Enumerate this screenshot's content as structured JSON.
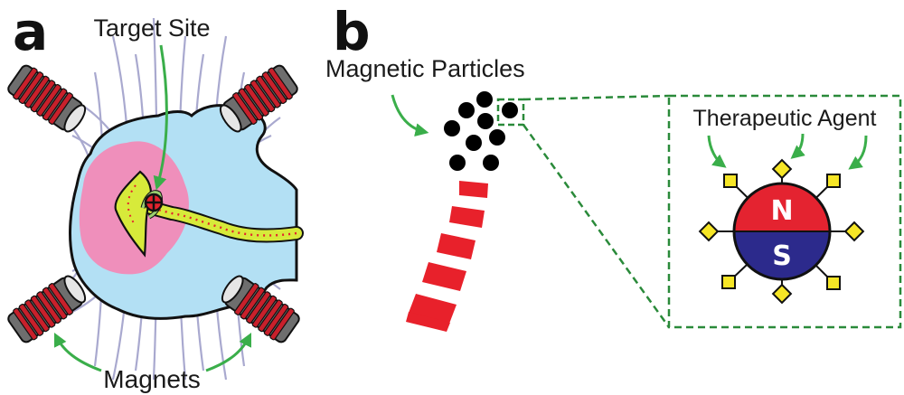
{
  "panel_a": {
    "letter": "a",
    "target_label": "Target Site",
    "magnets_label": "Magnets"
  },
  "panel_b": {
    "letter": "b",
    "particles_label": "Magnetic Particles",
    "agent_label": "Therapeutic Agent",
    "north_label": "N",
    "south_label": "S"
  },
  "colors": {
    "field_line": "#a9a9cf",
    "brain": "#b3e0f4",
    "tumor": "#ef8fbb",
    "vessel": "#d7ea3a",
    "vessel_dots": "#e3232d",
    "arrow": "#3aae4a",
    "coil": "#c8202b",
    "north": "#e42330",
    "south": "#2c2a8c",
    "agent": "#f6e626",
    "dashed_box": "#2a8a3a",
    "particle": "#000000",
    "trail": "#e8212b"
  }
}
